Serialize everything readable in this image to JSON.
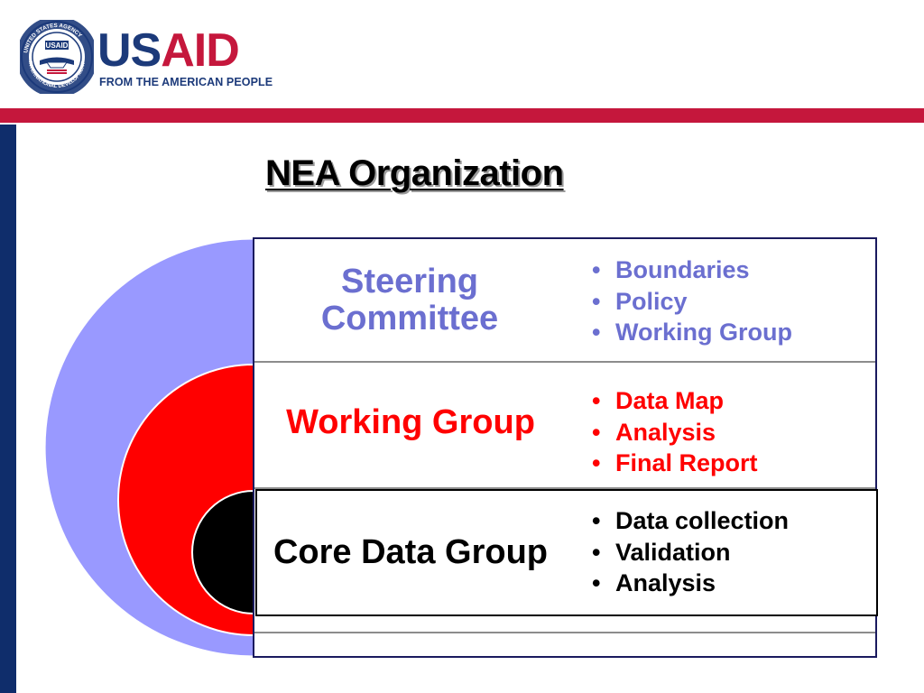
{
  "header": {
    "logo": {
      "wordmark_part1": "US",
      "wordmark_part2": "AID",
      "tagline": "FROM THE AMERICAN PEOPLE",
      "seal_ring_text": "UNITED STATES AGENCY INTERNATIONAL DEVELOPMENT",
      "seal_center_text": "USAID"
    },
    "colors": {
      "navy": "#1c3a7a",
      "red": "#c5173c",
      "side_bar": "#0f2d6b"
    }
  },
  "slide": {
    "title": "NEA Organization"
  },
  "diagram": {
    "tiers": [
      {
        "name": "Steering Committee",
        "color": "#6b6fd0",
        "ring_fill": "#9999ff",
        "bullets": [
          "Boundaries",
          "Policy",
          "Working Group"
        ]
      },
      {
        "name": "Working Group",
        "color": "#ff0000",
        "ring_fill": "#ff0000",
        "bullets": [
          "Data Map",
          "Analysis",
          "Final Report"
        ]
      },
      {
        "name": "Core Data Group",
        "color": "#000000",
        "ring_fill": "#000000",
        "bullets": [
          "Data collection",
          "Validation",
          "Analysis"
        ]
      }
    ],
    "bullet_glyph": "•"
  }
}
